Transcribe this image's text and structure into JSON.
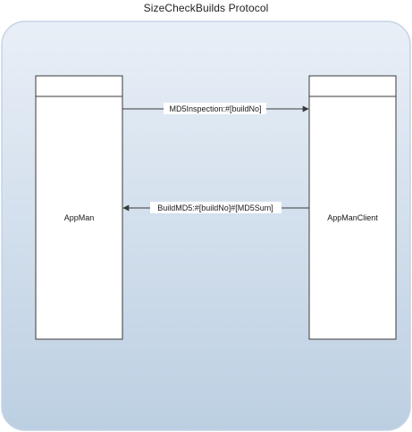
{
  "diagram": {
    "title": "SizeCheckBuilds Protocol",
    "participants": [
      {
        "id": "left",
        "label": "AppMan"
      },
      {
        "id": "right",
        "label": "AppManClient"
      }
    ],
    "messages": [
      {
        "from": "left",
        "to": "right",
        "label": "MD5Inspection:#[buildNo]"
      },
      {
        "from": "right",
        "to": "left",
        "label": "BuildMD5:#[buildNo]#[MD5Sum]"
      }
    ],
    "colors": {
      "container_top": "#e8eef6",
      "container_bottom": "#bed0e3",
      "container_edge": "#c3d2e4",
      "box_fill": "#ffffff",
      "box_stroke": "#3a3a3a",
      "arrow": "#3a3a3a"
    }
  }
}
